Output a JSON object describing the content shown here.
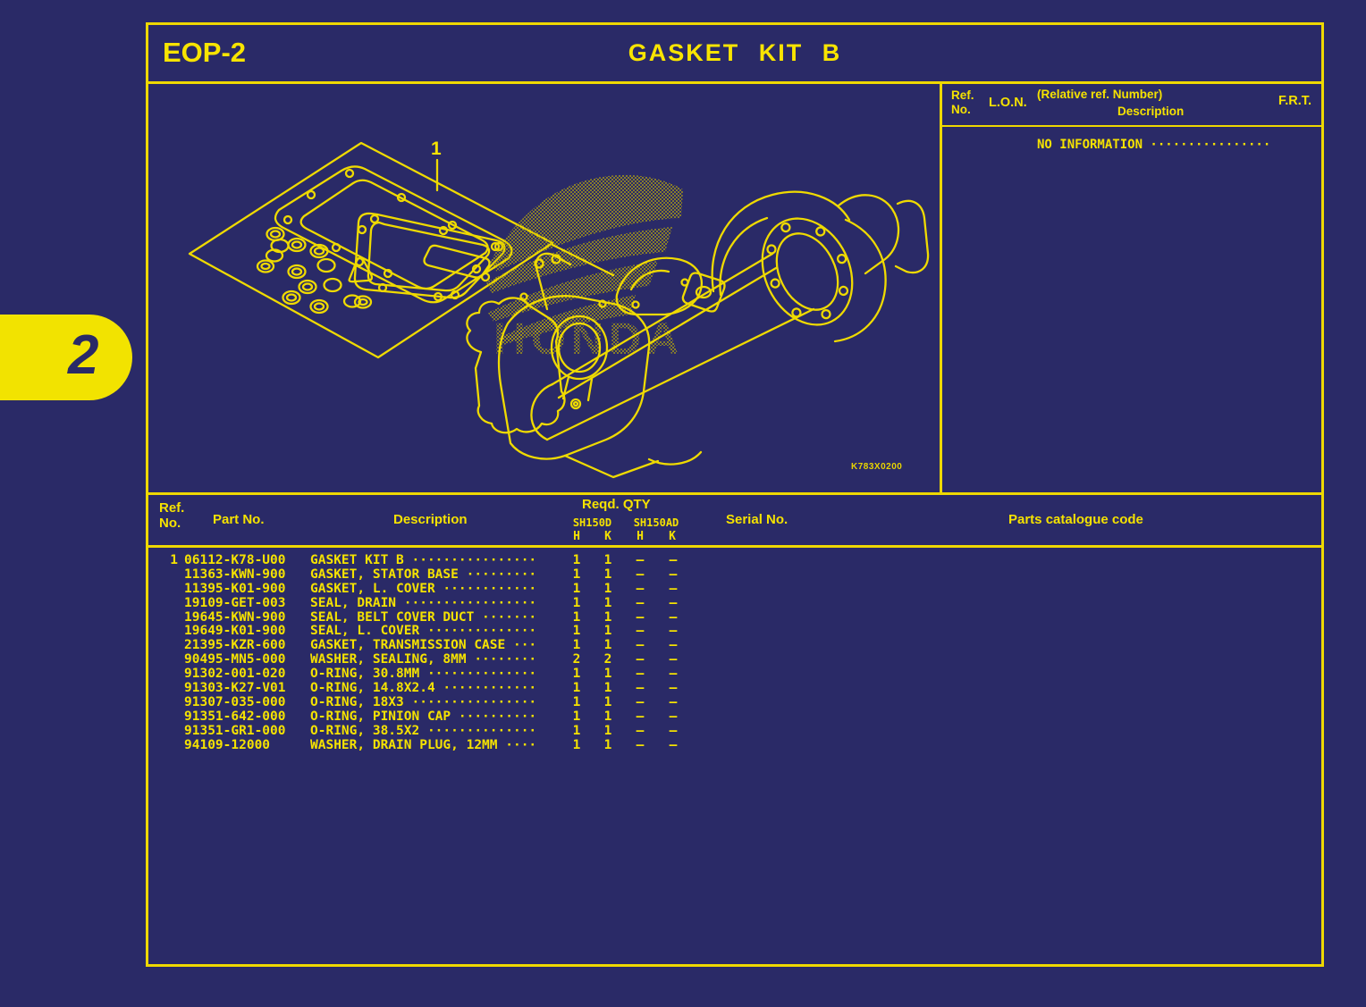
{
  "side_tab": {
    "label": "2"
  },
  "header": {
    "page_code": "EOP-2",
    "title": "GASKET KIT B"
  },
  "diagram": {
    "callout_label": "1",
    "watermark_text": "HONDA",
    "drawing_code": "K783X0200"
  },
  "info_panel": {
    "ref_label_line1": "Ref.",
    "ref_label_line2": "No.",
    "lon_label": "L.O.N.",
    "relative_ref_label": "(Relative ref. Number)",
    "description_label": "Description",
    "frt_label": "F.R.T.",
    "no_information_text": "NO INFORMATION ················"
  },
  "parts_table": {
    "ref_no_label_line1": "Ref.",
    "ref_no_label_line2": "No.",
    "part_no_label": "Part No.",
    "description_label": "Description",
    "reqd_qty_label": "Reqd. QTY",
    "model_group_1": "SH150D",
    "model_group_2": "SH150AD",
    "qty_subcols": [
      "H",
      "K",
      "H",
      "K"
    ],
    "serial_no_label": "Serial No.",
    "parts_catalogue_code_label": "Parts catalogue code",
    "rows": [
      {
        "ref": "1",
        "part_no": "06112-K78-U00",
        "description": "GASKET KIT B ················",
        "qty": [
          "1",
          "1",
          "–",
          "–"
        ]
      },
      {
        "ref": "",
        "part_no": "11363-KWN-900",
        "description": "GASKET, STATOR BASE ·········",
        "qty": [
          "1",
          "1",
          "–",
          "–"
        ]
      },
      {
        "ref": "",
        "part_no": "11395-K01-900",
        "description": "GASKET, L. COVER ············",
        "qty": [
          "1",
          "1",
          "–",
          "–"
        ]
      },
      {
        "ref": "",
        "part_no": "19109-GET-003",
        "description": "SEAL, DRAIN ·················",
        "qty": [
          "1",
          "1",
          "–",
          "–"
        ]
      },
      {
        "ref": "",
        "part_no": "19645-KWN-900",
        "description": "SEAL, BELT COVER DUCT ·······",
        "qty": [
          "1",
          "1",
          "–",
          "–"
        ]
      },
      {
        "ref": "",
        "part_no": "19649-K01-900",
        "description": "SEAL, L. COVER ··············",
        "qty": [
          "1",
          "1",
          "–",
          "–"
        ]
      },
      {
        "ref": "",
        "part_no": "21395-KZR-600",
        "description": "GASKET, TRANSMISSION CASE ···",
        "qty": [
          "1",
          "1",
          "–",
          "–"
        ]
      },
      {
        "ref": "",
        "part_no": "90495-MN5-000",
        "description": "WASHER, SEALING, 8MM ········",
        "qty": [
          "2",
          "2",
          "–",
          "–"
        ]
      },
      {
        "ref": "",
        "part_no": "91302-001-020",
        "description": "O-RING, 30.8MM ··············",
        "qty": [
          "1",
          "1",
          "–",
          "–"
        ]
      },
      {
        "ref": "",
        "part_no": "91303-K27-V01",
        "description": "O-RING, 14.8X2.4 ············",
        "qty": [
          "1",
          "1",
          "–",
          "–"
        ]
      },
      {
        "ref": "",
        "part_no": "91307-035-000",
        "description": "O-RING, 18X3 ················",
        "qty": [
          "1",
          "1",
          "–",
          "–"
        ]
      },
      {
        "ref": "",
        "part_no": "91351-642-000",
        "description": "O-RING, PINION CAP ··········",
        "qty": [
          "1",
          "1",
          "–",
          "–"
        ]
      },
      {
        "ref": "",
        "part_no": "91351-GR1-000",
        "description": "O-RING, 38.5X2 ··············",
        "qty": [
          "1",
          "1",
          "–",
          "–"
        ]
      },
      {
        "ref": "",
        "part_no": "94109-12000",
        "description": "WASHER, DRAIN PLUG, 12MM ····",
        "qty": [
          "1",
          "1",
          "–",
          "–"
        ]
      }
    ]
  },
  "colors": {
    "background": "#2a2a67",
    "line_yellow": "#efda00",
    "text_yellow": "#f5e200",
    "tab_yellow": "#f2e300"
  }
}
